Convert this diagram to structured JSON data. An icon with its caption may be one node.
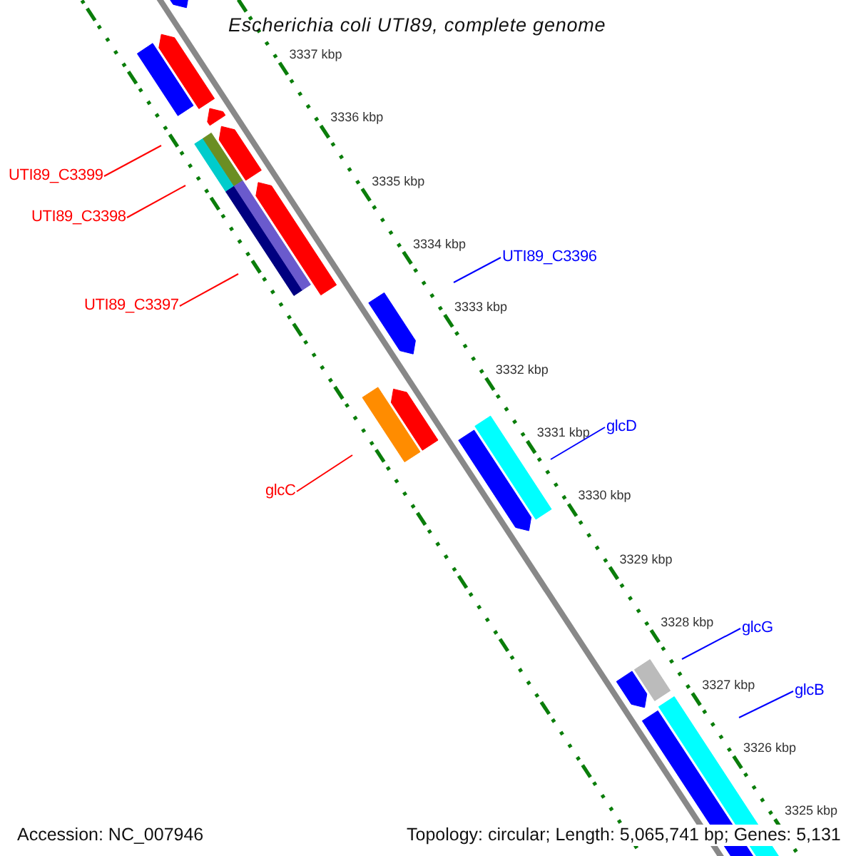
{
  "diagram": {
    "title": "Escherichia coli UTI89, complete genome",
    "nodes": [
      {
        "text": [
          "UTI89_C3399"
        ]
      },
      {
        "text": [
          "UTI89_C3398"
        ]
      },
      {
        "text": [
          "UTI89_C3397"
        ]
      },
      {
        "text": [
          "UTI89_C3396"
        ]
      },
      {
        "text": [
          "glcD"
        ]
      },
      {
        "text": [
          "glcC"
        ]
      },
      {
        "text": [
          "glcG"
        ]
      },
      {
        "text": [
          "glcB"
        ]
      }
    ],
    "edges": [
      {
        "from": 0,
        "to": null,
        "arrow": "none",
        "color": "#ff0000"
      },
      {
        "from": 1,
        "to": null,
        "arrow": "none",
        "color": "#ff0000"
      },
      {
        "from": 2,
        "to": null,
        "arrow": "none",
        "color": "#ff0000"
      },
      {
        "from": 3,
        "to": null,
        "arrow": "none",
        "color": "#0000ff"
      },
      {
        "from": 4,
        "to": null,
        "arrow": "none",
        "color": "#0000ff"
      },
      {
        "from": 5,
        "to": null,
        "arrow": "none",
        "color": "#ff0000"
      },
      {
        "from": 6,
        "to": null,
        "arrow": "none",
        "color": "#0000ff"
      },
      {
        "from": 7,
        "to": null,
        "arrow": "none",
        "color": "#0000ff"
      }
    ],
    "labels": [
      "3337 kbp",
      "3336 kbp",
      "3335 kbp",
      "3334 kbp",
      "3333 kbp",
      "3332 kbp",
      "3331 kbp",
      "3330 kbp",
      "3329 kbp",
      "3328 kbp",
      "3327 kbp",
      "3326 kbp",
      "3325 kbp",
      "Accession: NC_007946",
      "Topology: circular; Length: 5,065,741 bp; Genes: 5,131"
    ]
  }
}
